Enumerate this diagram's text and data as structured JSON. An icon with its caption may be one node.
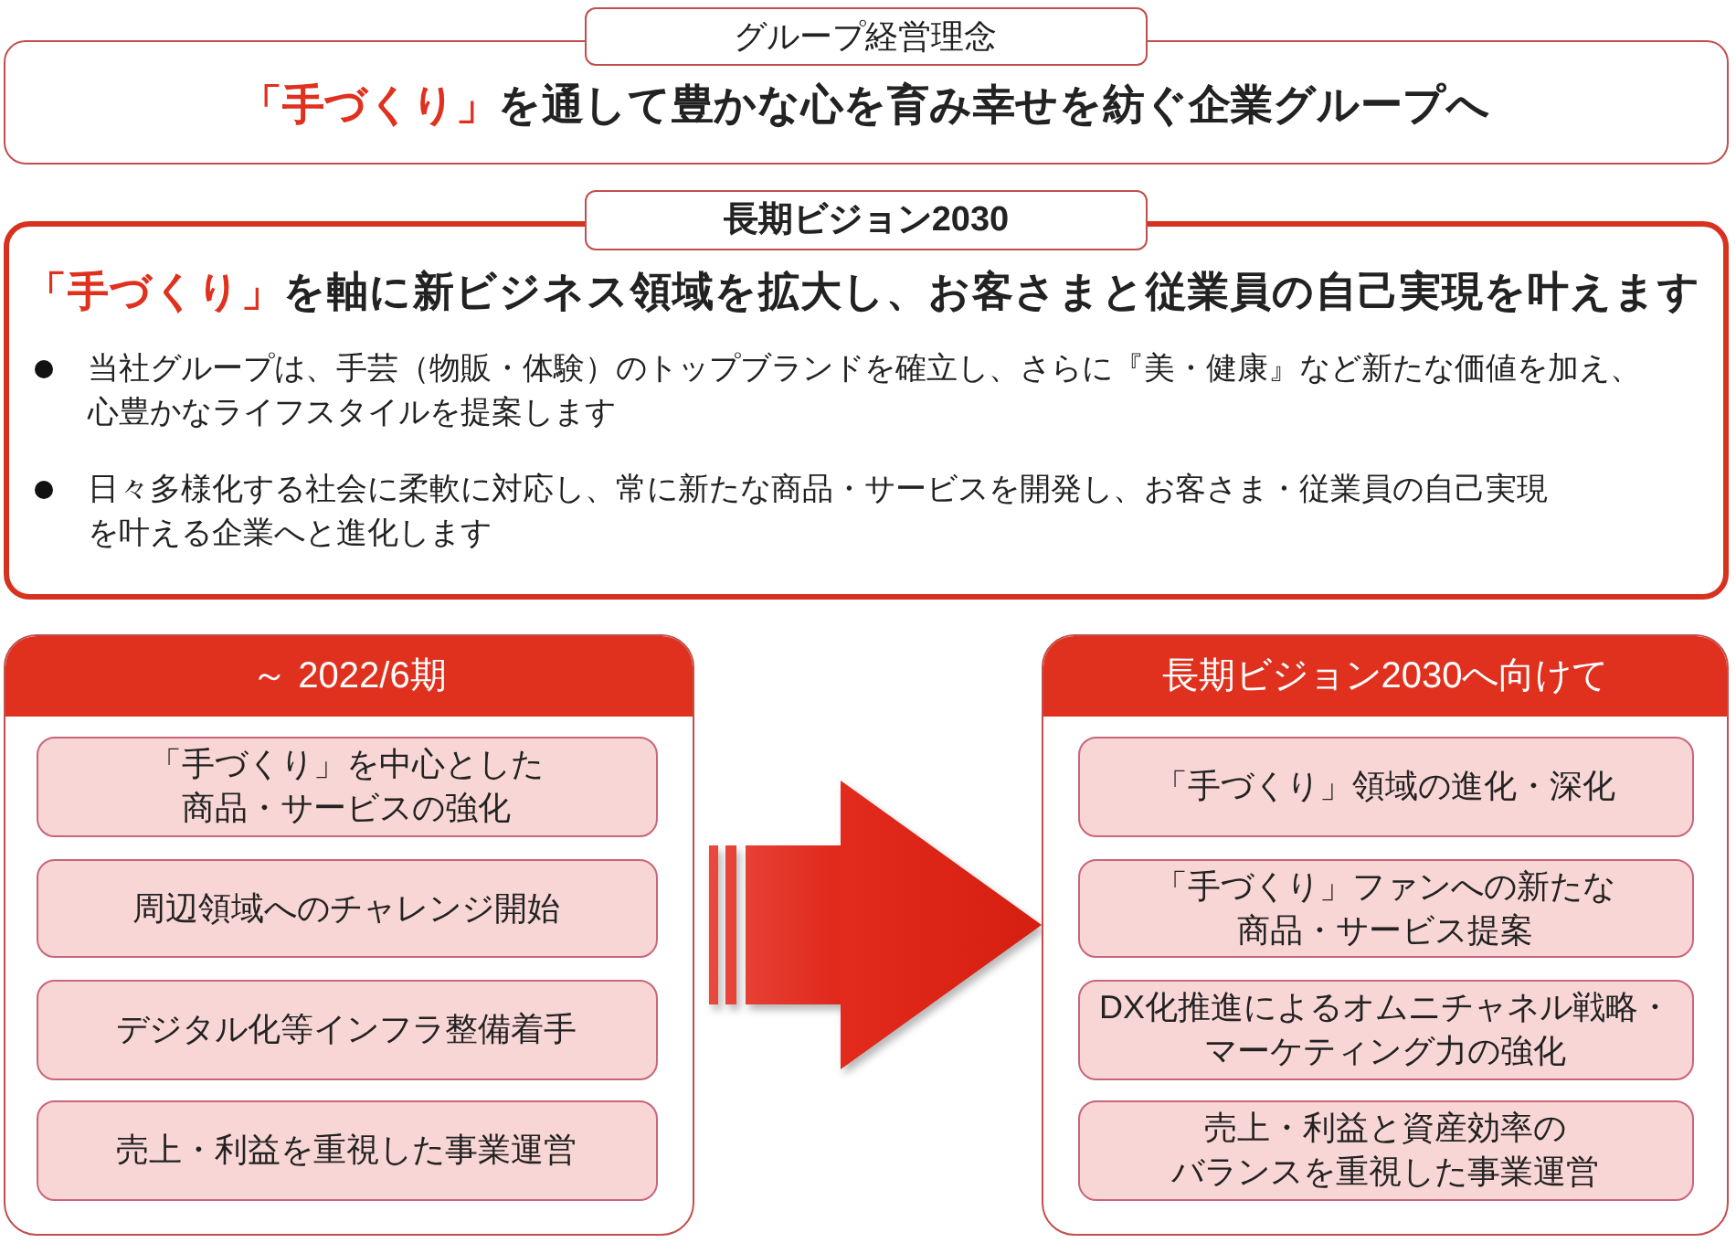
{
  "diagram": {
    "nodes": [
      {
        "text": [
          "グループ経営理念",
          "**「手づくり」**を通して豊かな心を育み幸せを紡ぐ企業グループへ"
        ]
      },
      {
        "text": [
          "長期ビジョン2030",
          "**「手づくり」**を軸に新ビジネス領域を拡大し、お客さまと従業員の自己実現を叶えます",
          "当社グループは、手芸（物販・体験）のトップブランドを確立し、さらに『美・健康』など新たな価値を加え、心豊かなライフスタイルを提案します",
          "日々多様化する社会に柔軟に対応し、常に新たな商品・サービスを開発し、お客さま・従業員の自己実現を叶える企業へと進化します"
        ]
      },
      {
        "text": [
          "～ 2022/6期"
        ]
      },
      {
        "text": [
          "「手づくり」を中心とした商品・サービスの強化"
        ],
        "in": 2
      },
      {
        "text": [
          "周辺領域へのチャレンジ開始"
        ],
        "in": 2
      },
      {
        "text": [
          "デジタル化等インフラ整備着手"
        ],
        "in": 2
      },
      {
        "text": [
          "売上・利益を重視した事業運営"
        ],
        "in": 2
      },
      {
        "text": [
          "長期ビジョン2030へ向けて"
        ]
      },
      {
        "text": [
          "「手づくり」領域の進化・深化"
        ],
        "in": 7
      },
      {
        "text": [
          "「手づくり」ファンへの新たな商品・サービス提案"
        ],
        "in": 7
      },
      {
        "text": [
          "DX化推進によるオムニチャネル戦略・マーケティング力の強化"
        ],
        "in": 7
      },
      {
        "text": [
          "売上・利益と資産効率のバランスを重視した事業運営"
        ],
        "in": 7
      }
    ],
    "edges": [
      {
        "from": 2,
        "to": 7,
        "arrow": "to"
      }
    ]
  }
}
